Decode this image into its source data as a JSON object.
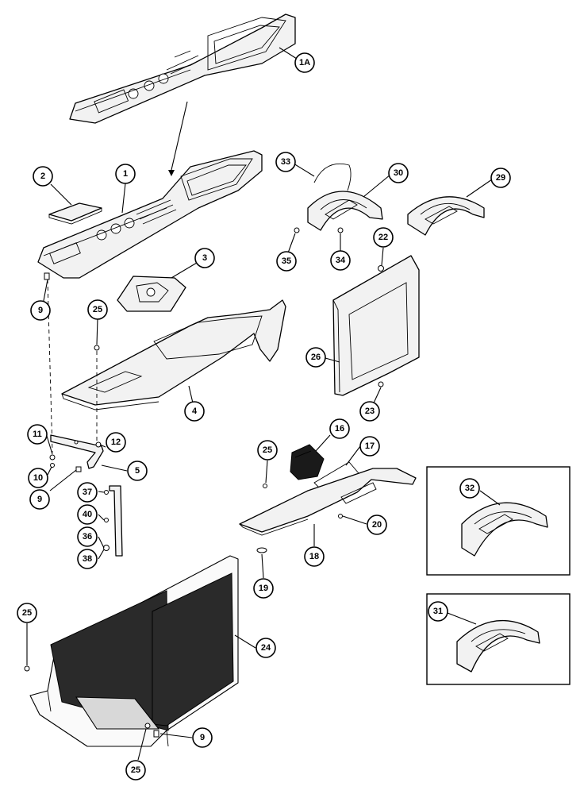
{
  "callouts": [
    {
      "label": "1A"
    },
    {
      "label": "1"
    },
    {
      "label": "2"
    },
    {
      "label": "3"
    },
    {
      "label": "9"
    },
    {
      "label": "25"
    },
    {
      "label": "4"
    },
    {
      "label": "33"
    },
    {
      "label": "30"
    },
    {
      "label": "29"
    },
    {
      "label": "35"
    },
    {
      "label": "34"
    },
    {
      "label": "22"
    },
    {
      "label": "26"
    },
    {
      "label": "23"
    },
    {
      "label": "11"
    },
    {
      "label": "12"
    },
    {
      "label": "10"
    },
    {
      "label": "5"
    },
    {
      "label": "9"
    },
    {
      "label": "37"
    },
    {
      "label": "40"
    },
    {
      "label": "36"
    },
    {
      "label": "38"
    },
    {
      "label": "25"
    },
    {
      "label": "16"
    },
    {
      "label": "17"
    },
    {
      "label": "20"
    },
    {
      "label": "18"
    },
    {
      "label": "19"
    },
    {
      "label": "32"
    },
    {
      "label": "31"
    },
    {
      "label": "24"
    },
    {
      "label": "25"
    },
    {
      "label": "9"
    },
    {
      "label": "25"
    }
  ]
}
